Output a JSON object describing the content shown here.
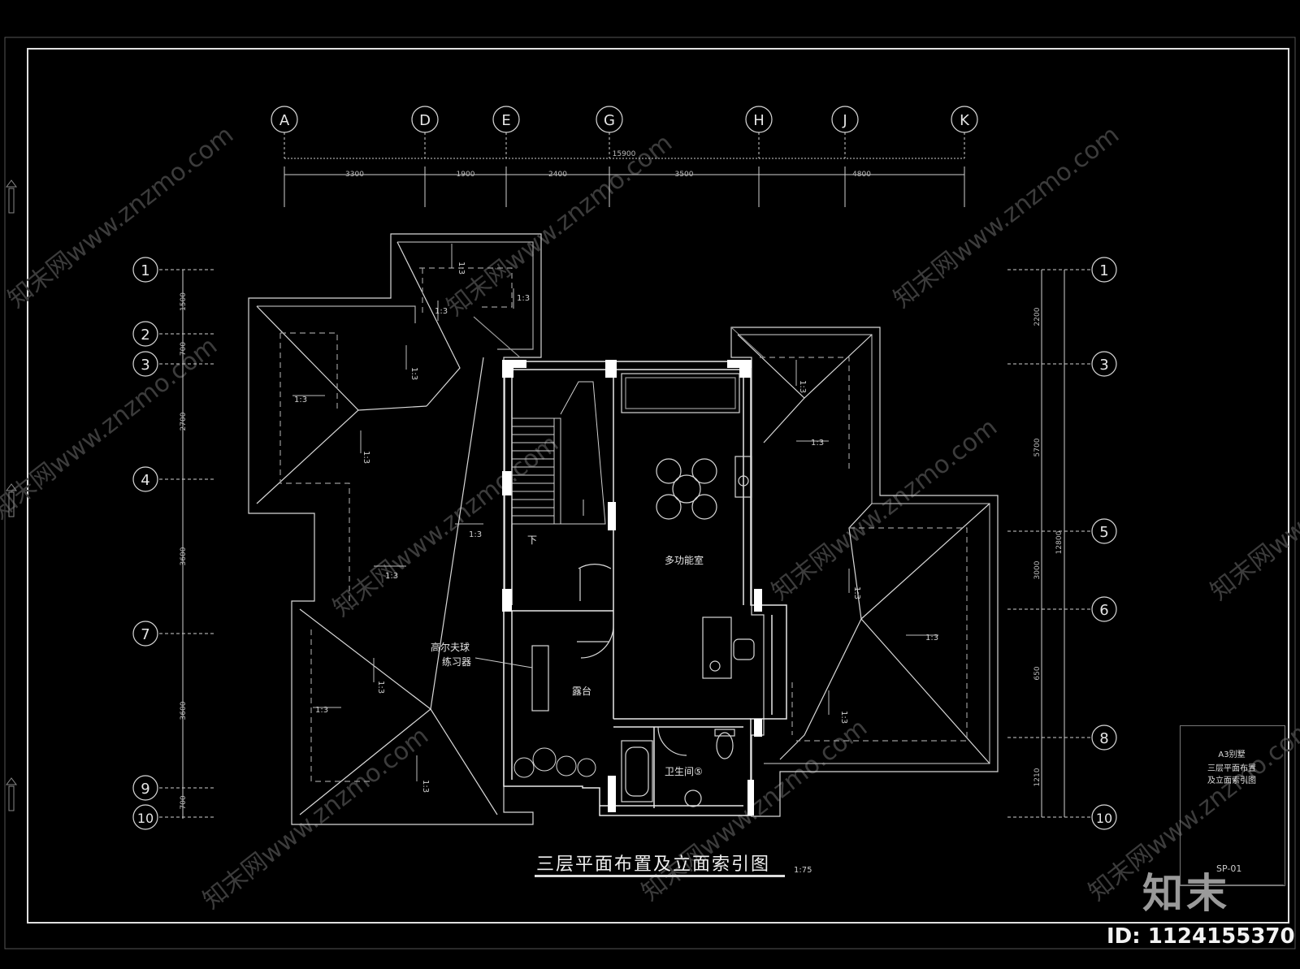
{
  "top_grid": {
    "axes": [
      "A",
      "D",
      "E",
      "G",
      "H",
      "J",
      "K"
    ],
    "total": "15900",
    "spans": [
      "3300",
      "1900",
      "2400",
      "3500",
      "4800"
    ]
  },
  "left_grid": {
    "axes": [
      "1",
      "2",
      "3",
      "4",
      "7",
      "9",
      "10"
    ],
    "spans": [
      "1500",
      "700",
      "2700",
      "3600",
      "3600",
      "700"
    ]
  },
  "right_grid": {
    "axes": [
      "1",
      "3",
      "5",
      "6",
      "8",
      "10"
    ],
    "spans": [
      "2200",
      "5700",
      "3000",
      "650",
      "1210"
    ],
    "total": "12800"
  },
  "rooms": {
    "multifunction": "多功能室",
    "terrace": "露台",
    "bathroom": "卫生间⑤",
    "golf_line1": "高尔夫球",
    "golf_line2": "练习器",
    "stair_down": "下"
  },
  "roof_slope": "1:3",
  "title": "三层平面布置及立面索引图",
  "scale": "1:75",
  "title_block": {
    "line1": "A3别墅",
    "line2": "三层平面布置",
    "line3": "及立面索引图",
    "sheet_no": "SP-01"
  },
  "watermark": {
    "logo": "知末",
    "id": "ID: 1124155370",
    "site": "知末网www.znzmo.com"
  },
  "colors": {
    "background": "#000000",
    "lines": "#d8d8d8",
    "wall": "#ffffff"
  }
}
